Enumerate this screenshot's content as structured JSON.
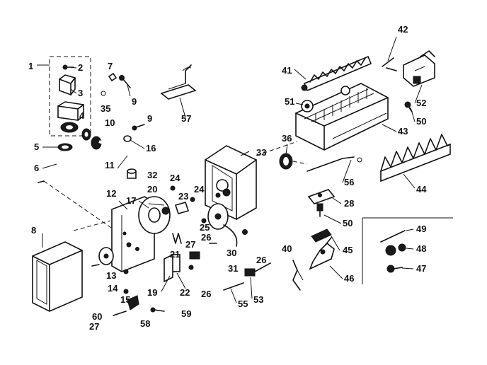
{
  "labels": {
    "p1": "1",
    "p2": "2",
    "p3": "3",
    "p4": "4",
    "p5": "5",
    "p6": "6",
    "p7": "7",
    "p8": "8",
    "p9a": "9",
    "p9b": "9",
    "p10": "10",
    "p11": "11",
    "p12": "12",
    "p13": "13",
    "p14": "14",
    "p15": "15",
    "p16": "16",
    "p17": "17",
    "p19": "19",
    "p20": "20",
    "p21": "21",
    "p22": "22",
    "p23": "23",
    "p24a": "24",
    "p24b": "24",
    "p25": "25",
    "p26a": "26",
    "p26b": "26",
    "p26c": "26",
    "p27a": "27",
    "p27b": "27",
    "p28": "28",
    "p30": "30",
    "p31": "31",
    "p32": "32",
    "p33": "33",
    "p35": "35",
    "p36": "36",
    "p40": "40",
    "p41": "41",
    "p42": "42",
    "p43": "43",
    "p44": "44",
    "p45": "45",
    "p46": "46",
    "p47": "47",
    "p48": "48",
    "p49": "49",
    "p50a": "50",
    "p50b": "50",
    "p51": "51",
    "p52": "52",
    "p53": "53",
    "p55": "55",
    "p56": "56",
    "p57": "57",
    "p58": "58",
    "p59": "59",
    "p60": "60"
  }
}
